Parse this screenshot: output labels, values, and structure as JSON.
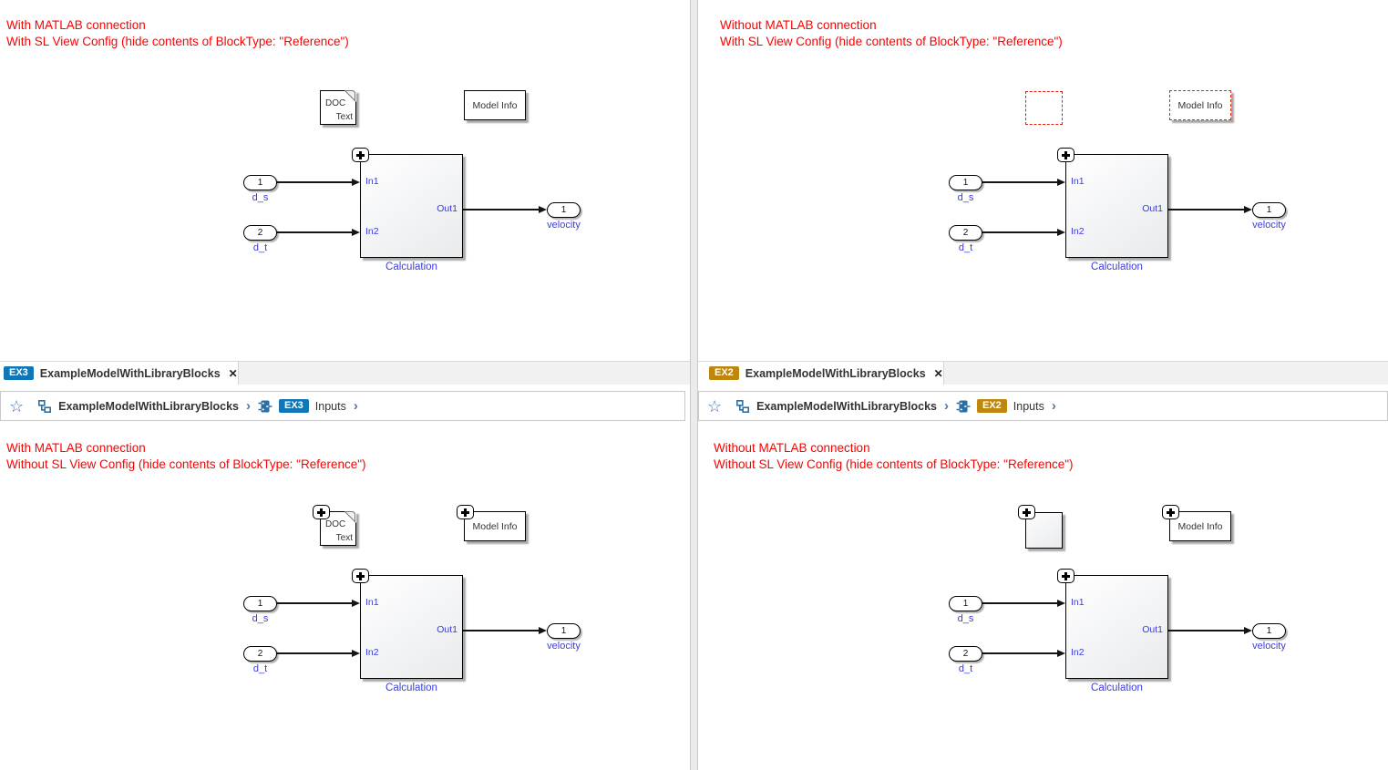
{
  "colors": {
    "annotation_red": "#ff0000",
    "badge_blue": "#1176b5",
    "badge_amber": "#bf860e",
    "diagram_label_blue": "#3c3cdc",
    "icon_blue": "#2e6fa3",
    "dashed_red": "#e42313"
  },
  "icons": {
    "close": "✕",
    "star": "☆",
    "chevron": "›"
  },
  "annotations": {
    "top_left": [
      "With MATLAB connection",
      "With SL View Config (hide contents of BlockType: \"Reference\")"
    ],
    "top_right": [
      "Without MATLAB connection",
      "With SL View Config (hide contents of BlockType: \"Reference\")"
    ],
    "bottom_left": [
      "With MATLAB connection",
      "Without SL View Config (hide contents of BlockType: \"Reference\")"
    ],
    "bottom_right": [
      "Without MATLAB connection",
      "Without SL View Config (hide contents of BlockType: \"Reference\")"
    ]
  },
  "tabs": {
    "left": {
      "badge": "EX3",
      "title": "ExampleModelWithLibraryBlocks"
    },
    "right": {
      "badge": "EX2",
      "title": "ExampleModelWithLibraryBlocks"
    }
  },
  "breadcrumbs": {
    "left": {
      "model": "ExampleModelWithLibraryBlocks",
      "badge": "EX3",
      "subsystem": "Inputs"
    },
    "right": {
      "model": "ExampleModelWithLibraryBlocks",
      "badge": "EX2",
      "subsystem": "Inputs"
    }
  },
  "diagram": {
    "doc_title": "DOC",
    "doc_subtitle": "Text",
    "model_info_label": "Model Info",
    "subsystem_label": "Calculation",
    "port_in1": "In1",
    "port_in2": "In2",
    "port_out1": "Out1",
    "inport1_number": "1",
    "inport1_name": "d_s",
    "inport2_number": "2",
    "inport2_name": "d_t",
    "outport_number": "1",
    "outport_name": "velocity"
  }
}
